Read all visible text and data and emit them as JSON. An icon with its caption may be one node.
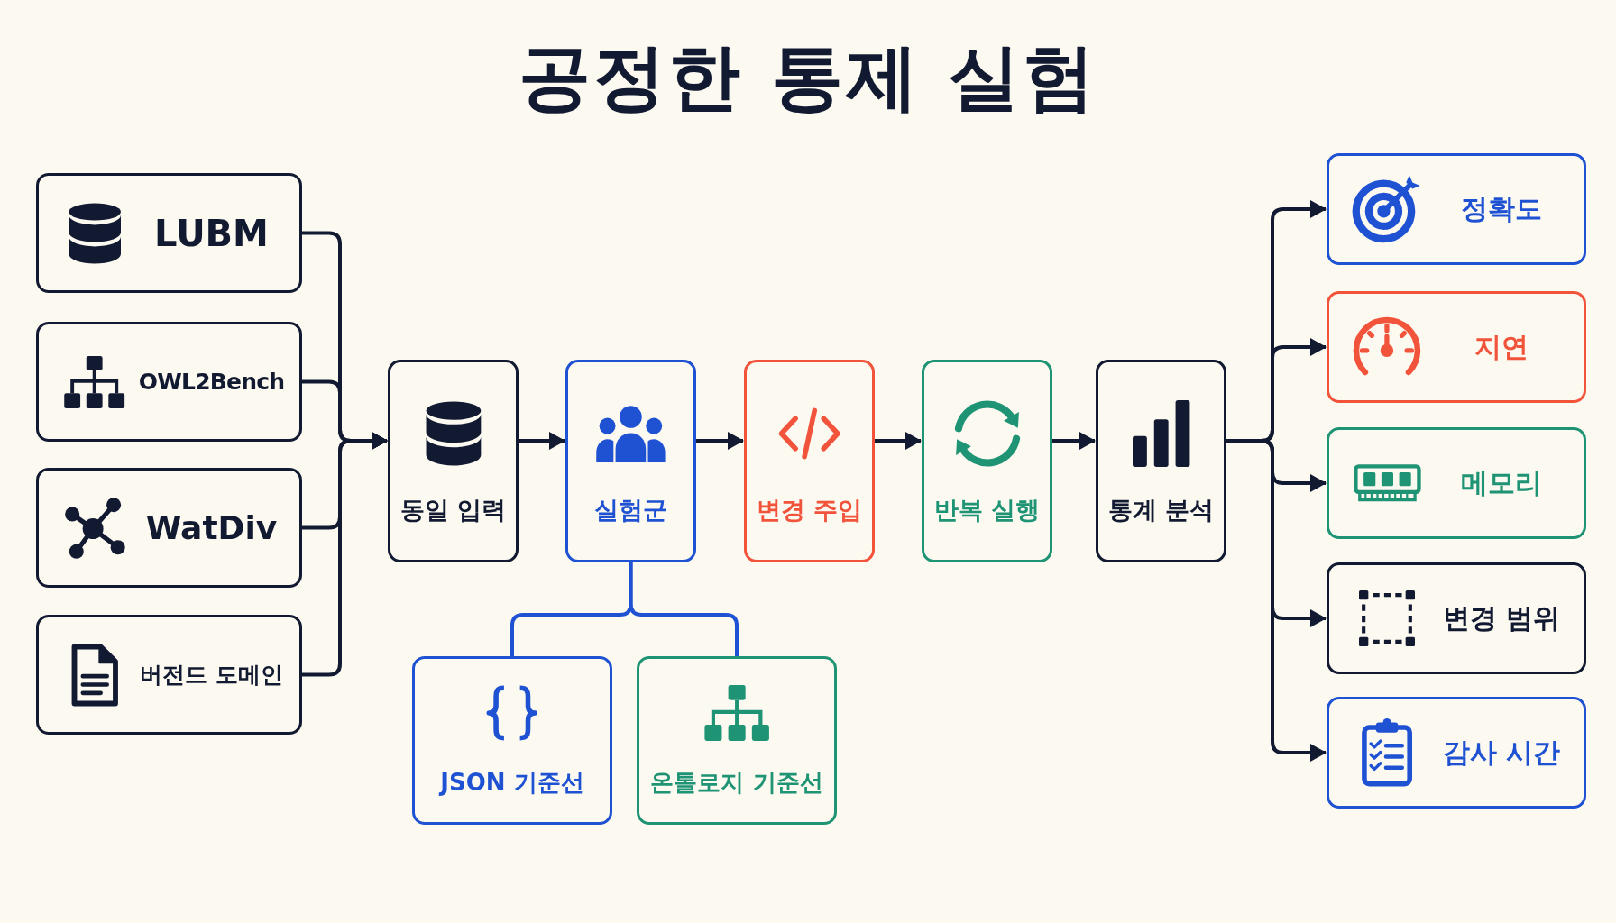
{
  "diagram": {
    "title": "공정한 통제 실험",
    "nodes": [
      {
        "text": [
          "LUBM"
        ]
      },
      {
        "text": [
          "OWL2Bench"
        ]
      },
      {
        "text": [
          "WatDiv"
        ]
      },
      {
        "text": [
          "버전드 도메인"
        ]
      },
      {
        "text": [
          "동일 입력"
        ]
      },
      {
        "text": [
          "실험군"
        ]
      },
      {
        "text": [
          "변경 주입"
        ]
      },
      {
        "text": [
          "반복 실행"
        ]
      },
      {
        "text": [
          "통계 분석"
        ]
      },
      {
        "text": [
          "JSON 기준선"
        ]
      },
      {
        "text": [
          "온톨로지 기준선"
        ]
      },
      {
        "text": [
          "정확도"
        ]
      },
      {
        "text": [
          "지연"
        ]
      },
      {
        "text": [
          "메모리"
        ]
      },
      {
        "text": [
          "변경 범위"
        ]
      },
      {
        "text": [
          "감사 시간"
        ]
      }
    ],
    "edges": [
      {
        "from": 0,
        "to": 4,
        "arrow": "to"
      },
      {
        "from": 1,
        "to": 4,
        "arrow": "to"
      },
      {
        "from": 2,
        "to": 4,
        "arrow": "to"
      },
      {
        "from": 3,
        "to": 4,
        "arrow": "to"
      },
      {
        "from": 4,
        "to": 5,
        "arrow": "to"
      },
      {
        "from": 5,
        "to": 6,
        "arrow": "to"
      },
      {
        "from": 6,
        "to": 7,
        "arrow": "to"
      },
      {
        "from": 7,
        "to": 8,
        "arrow": "to"
      },
      {
        "from": 5,
        "to": 9,
        "arrow": "none",
        "color": "#1f52d3"
      },
      {
        "from": 5,
        "to": 10,
        "arrow": "none",
        "color": "#1f52d3"
      },
      {
        "from": 8,
        "to": 11,
        "arrow": "to"
      },
      {
        "from": 8,
        "to": 12,
        "arrow": "to"
      },
      {
        "from": 8,
        "to": 13,
        "arrow": "to"
      },
      {
        "from": 8,
        "to": 14,
        "arrow": "to"
      },
      {
        "from": 8,
        "to": 15,
        "arrow": "to"
      }
    ]
  }
}
